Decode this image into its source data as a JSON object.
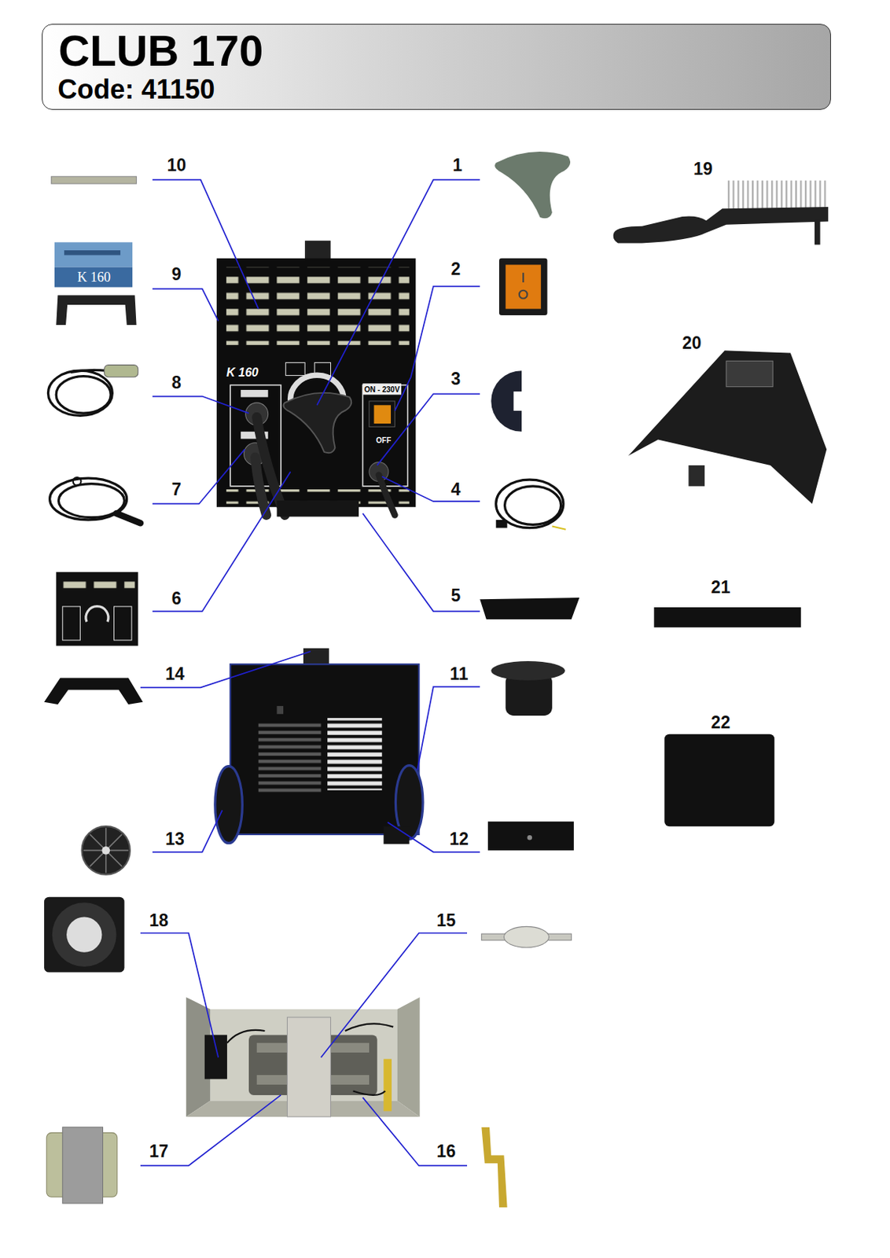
{
  "diagram": {
    "title": "CLUB 170",
    "labels": [
      "Code: 41150",
      "10",
      "1",
      "19",
      "9",
      "2",
      "20",
      "8",
      "3",
      "7",
      "4",
      "6",
      "5",
      "21",
      "14",
      "11",
      "22",
      "13",
      "12",
      "18",
      "15",
      "17",
      "16",
      "K 160",
      "K 160",
      "ON - 230V",
      "OFF"
    ]
  }
}
